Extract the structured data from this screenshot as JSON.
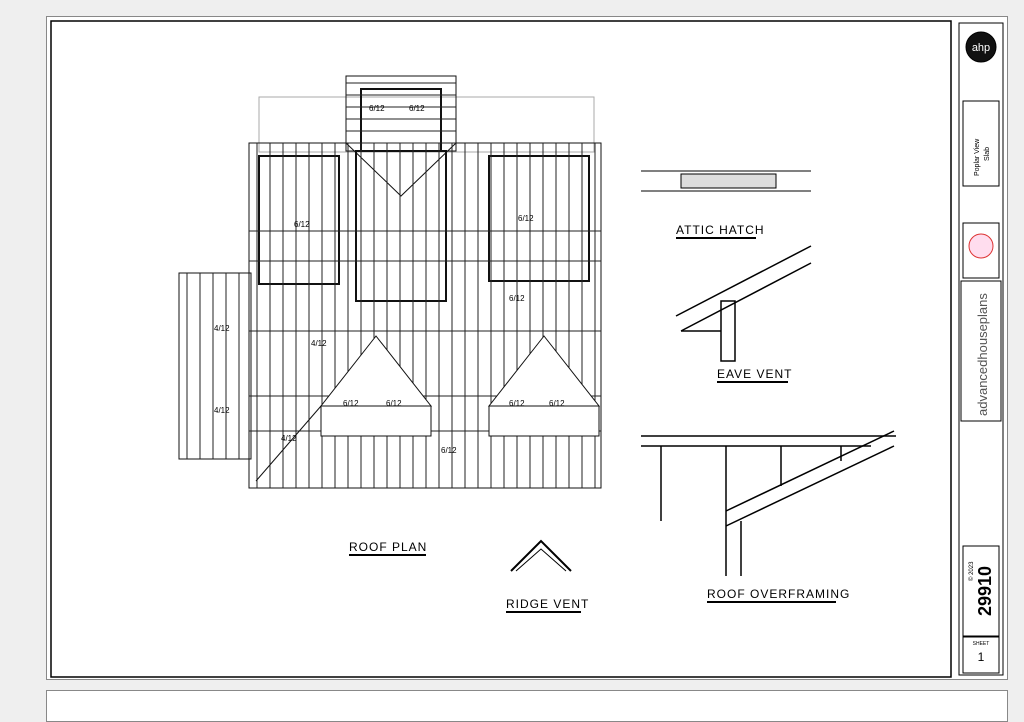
{
  "titles": {
    "roof_plan": "ROOF PLAN",
    "ridge_vent": "RIDGE VENT",
    "attic_hatch": "ATTIC HATCH",
    "eave_vent": "EAVE VENT",
    "roof_overframing": "ROOF OVERFRAMING"
  },
  "pitches": [
    "6/12",
    "6/12",
    "6/12",
    "6/12",
    "6/12",
    "6/12",
    "6/12",
    "6/12",
    "6/12",
    "4/12",
    "4/12",
    "4/12",
    "4/12",
    "6/12"
  ],
  "title_block": {
    "logo": "ahp",
    "plan_name": "Poplar View",
    "foundation": "Slab",
    "brand": "advancedhouseplans",
    "copyright": "© 2023",
    "plan_number": "29910",
    "sheet_label": "SHEET",
    "sheet_number": "1"
  }
}
